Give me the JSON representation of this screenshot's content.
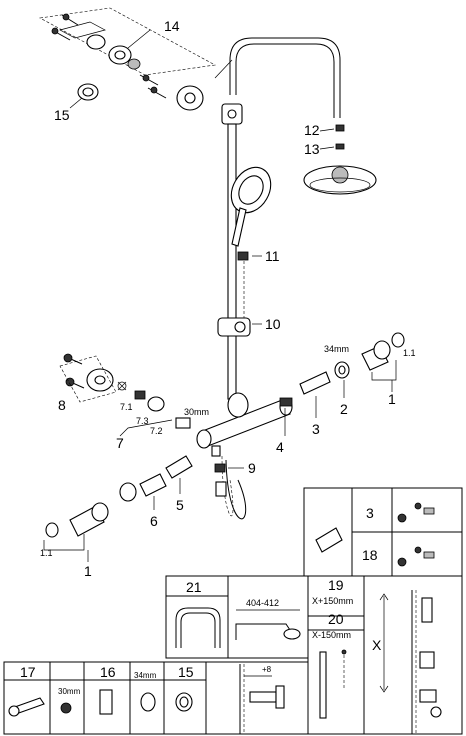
{
  "callouts": {
    "p14": "14",
    "p15": "15",
    "p12": "12",
    "p13": "13",
    "p11": "11",
    "p10": "10",
    "p8": "8",
    "p7_1": "7.1",
    "p7_3": "7.3",
    "p7_2": "7.2",
    "p7": "7",
    "p30mm_a": "30mm",
    "p34mm_a": "34mm",
    "p1_1a": "1.1",
    "p1a": "1",
    "p2": "2",
    "p3": "3",
    "p4": "4",
    "p9": "9",
    "p5": "5",
    "p6": "6",
    "p1_1b": "1.1",
    "p1b": "1"
  },
  "inset_right": {
    "n3": "3",
    "n18": "18"
  },
  "inset_21": {
    "title": "21",
    "dim": "404-412"
  },
  "inset_19_20": {
    "n19": "19",
    "t19": "X+150mm",
    "n20": "20",
    "t20": "X-150mm",
    "x": "X"
  },
  "bottom_row": {
    "n17": "17",
    "n16": "16",
    "n15": "15",
    "mm30": "30mm",
    "mm34": "34mm",
    "plus8": "+8"
  }
}
